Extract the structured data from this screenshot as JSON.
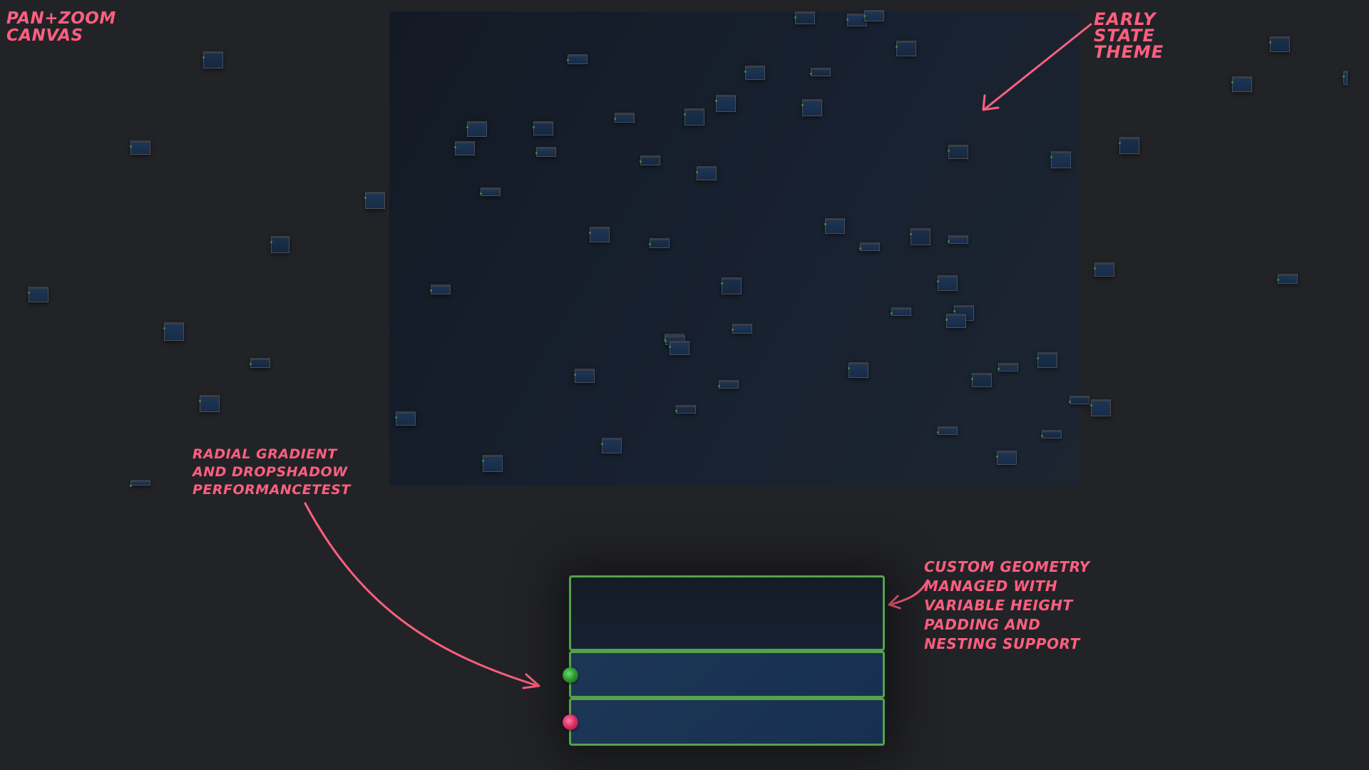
{
  "annotations": {
    "pan_zoom": "Pan+Zoom\nCanvas",
    "early_state": "Early\nState\nTheme",
    "radial_gradient": "Radial Gradient\nand Dropshadow\nPerformanceTest",
    "custom_geometry": "Custom Geometry\nManaged with\nVariable Height\nPadding and\nNesting Support"
  },
  "colors": {
    "background": "#222327",
    "annotation_ink": "#ff5f7f",
    "node_border": "#55a24b",
    "node_fill": "#1c3656",
    "port_input": "#2f9a33",
    "port_output": "#e0306a"
  },
  "icons": {
    "input_port": "green-port-icon",
    "output_port": "pink-port-icon"
  }
}
